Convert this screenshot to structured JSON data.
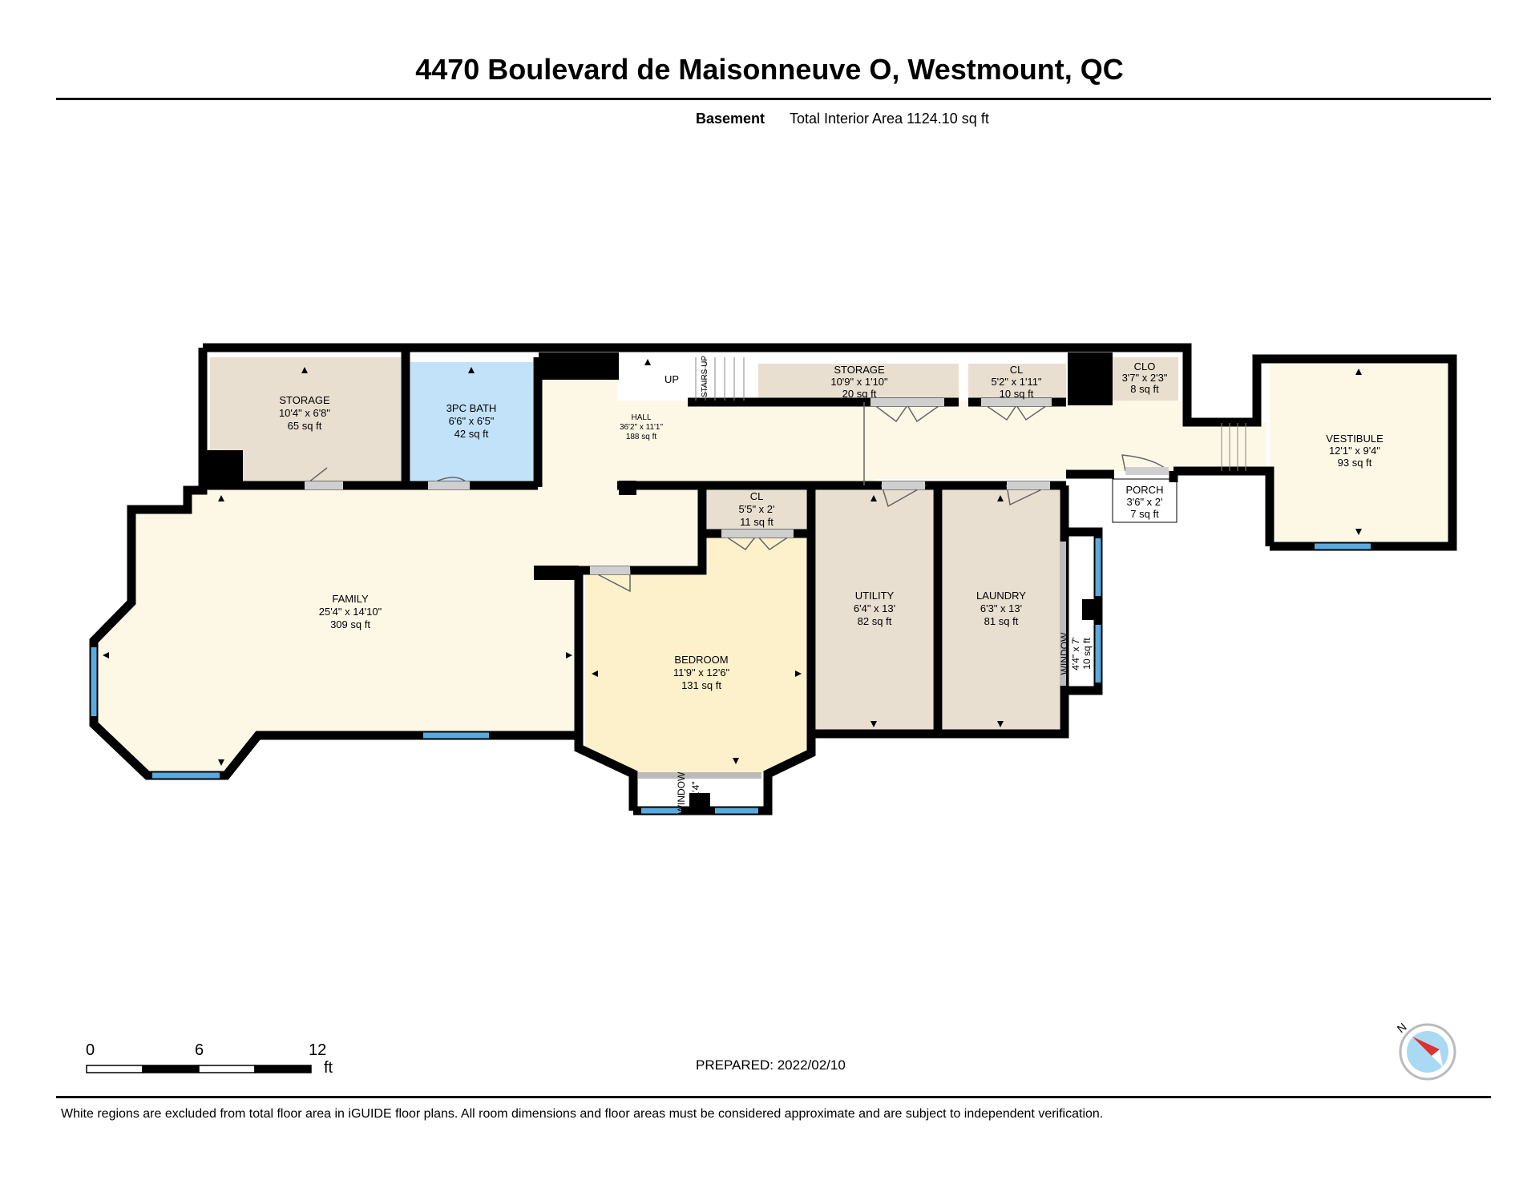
{
  "header": {
    "address": "4470 Boulevard de Maisonneuve O, Westmount, QC",
    "level": "Basement",
    "total_area": "Total Interior Area 1124.10 sq ft"
  },
  "rooms": {
    "storage_left": {
      "name": "STORAGE",
      "dims": "10'4\" x 6'8\"",
      "area": "65 sq ft"
    },
    "bath": {
      "name": "3PC BATH",
      "dims": "6'6\" x 6'5\"",
      "area": "42 sq ft"
    },
    "hall": {
      "name": "HALL",
      "dims": "36'2\" x 11'1\"",
      "area": "188 sq ft"
    },
    "up": "UP",
    "stairs": "STAIRS UP",
    "storage_top": {
      "name": "STORAGE",
      "dims": "10'9\" x 1'10\"",
      "area": "20 sq ft"
    },
    "cl_top": {
      "name": "CL",
      "dims": "5'2\" x 1'11\"",
      "area": "10 sq ft"
    },
    "clo": {
      "name": "CLO",
      "dims": "3'7\" x 2'3\"",
      "area": "8 sq ft"
    },
    "vestibule": {
      "name": "VESTIBULE",
      "dims": "12'1\" x 9'4\"",
      "area": "93 sq ft"
    },
    "porch": {
      "name": "PORCH",
      "dims": "3'6\" x 2'",
      "area": "7 sq ft"
    },
    "family": {
      "name": "FAMILY",
      "dims": "25'4\" x 14'10\"",
      "area": "309 sq ft"
    },
    "cl_small": {
      "name": "CL",
      "dims": "5'5\" x 2'",
      "area": "11 sq ft"
    },
    "bedroom": {
      "name": "BEDROOM",
      "dims": "11'9\" x 12'6\"",
      "area": "131 sq ft"
    },
    "utility": {
      "name": "UTILITY",
      "dims": "6'4\" x 13'",
      "area": "82 sq ft"
    },
    "laundry": {
      "name": "LAUNDRY",
      "dims": "6'3\" x 13'",
      "area": "81 sq ft"
    },
    "window_right": {
      "name": "WINDOW",
      "dims": "4'4\" x 7'",
      "area": "10 sq ft"
    },
    "window_bottom": {
      "name": "WINDOW",
      "dims": "x 1'4\""
    }
  },
  "scale": {
    "ticks": [
      "0",
      "6",
      "12"
    ],
    "unit": "ft"
  },
  "compass": {
    "label": "N"
  },
  "footer": {
    "prepared": "PREPARED: 2022/02/10",
    "disclaimer": "White regions are excluded from total floor area in iGUIDE floor plans. All room dimensions and floor areas must be considered approximate and are subject to independent verification."
  },
  "colors": {
    "wall": "#000000",
    "family_fill": "#fdf8e6",
    "bedroom_fill": "#fdf1cc",
    "storage_fill": "#e8dfd0",
    "bath_fill": "#c2e2fa",
    "window": "#5aaae0",
    "door": "#cfcfcf"
  }
}
